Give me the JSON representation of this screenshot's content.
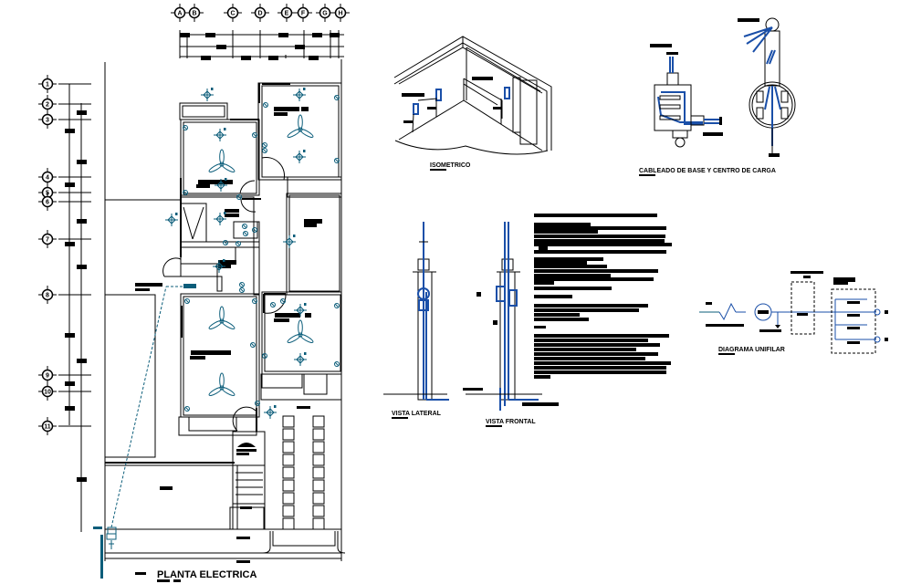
{
  "drawing": {
    "colors": {
      "line": "#000000",
      "electrical": "#0b5d7a",
      "wiring": "#1a4fa8",
      "background": "#ffffff"
    },
    "grid_axes": {
      "columns": [
        "A",
        "B",
        "C",
        "D",
        "E",
        "F",
        "G",
        "H"
      ],
      "rows": [
        "1",
        "2",
        "3",
        "4",
        "5",
        "6",
        "7",
        "8",
        "9",
        "10",
        "11"
      ]
    },
    "titles": {
      "floor_plan": "PLANTA ELECTRICA",
      "isometric": "ISOMETRICO",
      "base_wiring": "CABLEADO DE BASE Y CENTRO DE CARGA",
      "side_view": "VISTA LATERAL",
      "front_view": "VISTA FRONTAL",
      "single_line": "DIAGRAMA UNIFILAR"
    },
    "symbols": {
      "ceiling_fan": "ceiling-fan-icon",
      "light": "ceiling-light-icon",
      "outlet": "outlet-icon",
      "switch": "switch-icon",
      "meter": "meter-icon",
      "breaker": "breaker-icon",
      "ground": "ground-icon",
      "stairs_arrow": "stairs-up-icon"
    }
  }
}
